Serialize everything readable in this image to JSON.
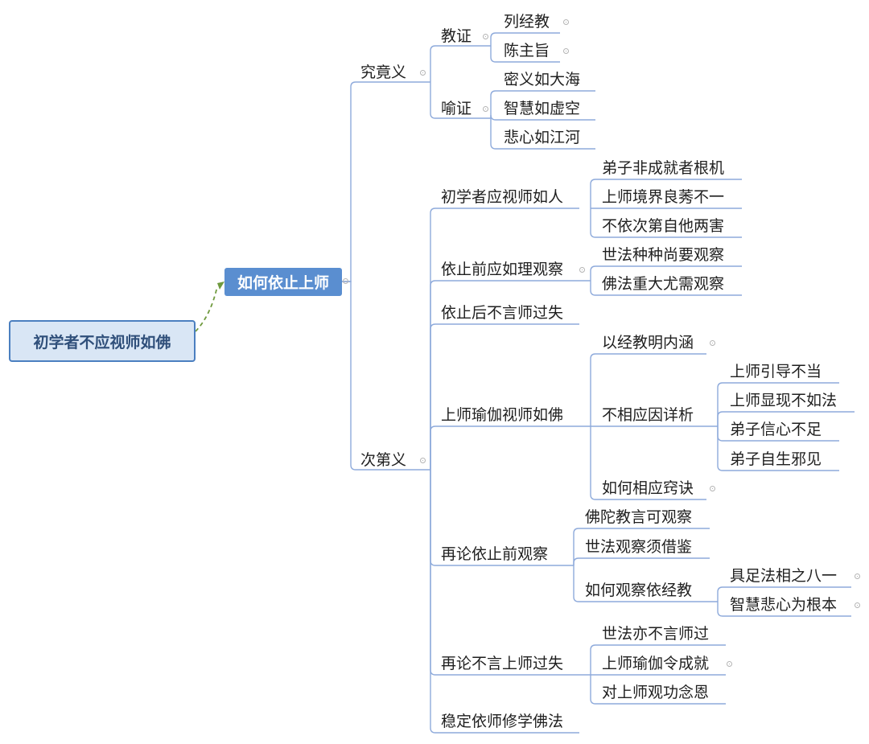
{
  "diagram": {
    "root": "初学者不应视师如佛",
    "main": "如何依止上师",
    "level1": {
      "jiujingyi": "究竟义",
      "cidiyi": "次第义"
    },
    "level2": {
      "jiaozheng": "教证",
      "yuzheng": "喻证",
      "chuxuezhe": "初学者应视师如人",
      "yizhiqian": "依止前应如理观察",
      "yizhihou": "依止后不言师过失",
      "shangshiyujia": "上师瑜伽视师如佛",
      "zailunyizhiqian": "再论依止前观察",
      "zailunbuyan": "再论不言上师过失",
      "wending": "稳定依师修学佛法"
    },
    "level3": {
      "liejingjiao": "列经教",
      "chenzhuzhi": "陈主旨",
      "miyi": "密义如大海",
      "zhihui": "智慧如虚空",
      "beixin": "悲心如江河",
      "dizifei": "弟子非成就者根机",
      "shangshijingjie": "上师境界良莠不一",
      "buyicidi": "不依次第自他两害",
      "shifazhongzhong": "世法种种尚要观察",
      "fofazhongda": "佛法重大尤需观察",
      "yijingjiao": "以经教明内涵",
      "buxiangying": "不相应因详析",
      "ruhexiangying": "如何相应窍诀",
      "fotuojiaoyan": "佛陀教言可观察",
      "shifaguancha": "世法观察须借鉴",
      "ruheguancha": "如何观察依经教",
      "shifayibuyan": "世法亦不言师过",
      "shangshiyujialing": "上师瑜伽令成就",
      "duishangshi": "对上师观功念恩"
    },
    "level4": {
      "yindao": "上师引导不当",
      "xianxian": "上师显现不如法",
      "xinxin": "弟子信心不足",
      "xiejian": "弟子自生邪见",
      "jufafa": "具足法相之八一",
      "zhihuibeixin": "智慧悲心为根本"
    },
    "colors": {
      "line": "#8eaadb",
      "arrow": "#6f9a3e",
      "root_border": "#4b7fc0",
      "root_fill": "#d9e6f5",
      "main_fill": "#5a8ed0"
    }
  }
}
